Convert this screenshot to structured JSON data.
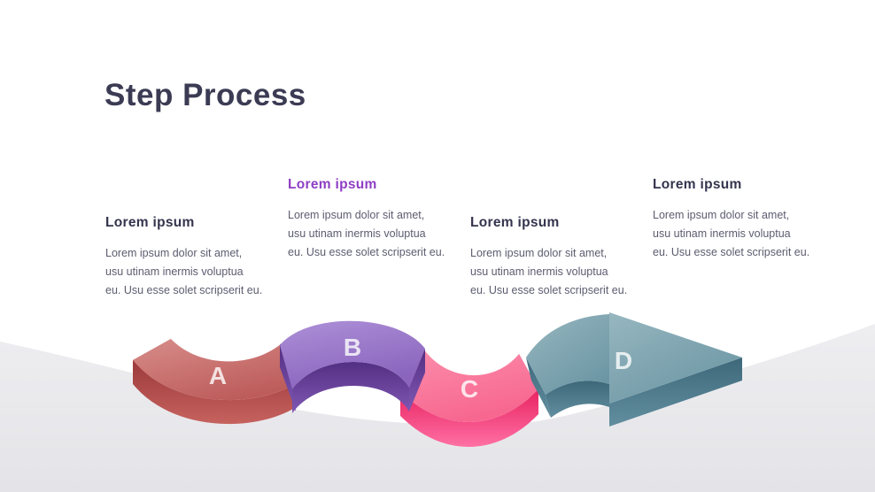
{
  "slide": {
    "title": "Step Process"
  },
  "columns": [
    {
      "heading": "Lorem ipsum",
      "emphasis": "dark",
      "body_lines": [
        "Lorem ipsum dolor sit amet,",
        "usu utinam inermis voluptua",
        "eu. Usu esse solet scripserit eu."
      ]
    },
    {
      "heading": "Lorem ipsum",
      "emphasis": "purple",
      "body_lines": [
        "Lorem ipsum dolor sit amet,",
        "usu utinam inermis voluptua",
        "eu. Usu esse solet scripserit eu."
      ]
    },
    {
      "heading": "Lorem ipsum",
      "emphasis": "dark",
      "body_lines": [
        "Lorem ipsum dolor sit amet,",
        "usu utinam inermis voluptua",
        "eu. Usu esse solet scripserit eu."
      ]
    },
    {
      "heading": "Lorem ipsum",
      "emphasis": "dark",
      "body_lines": [
        "Lorem ipsum dolor sit amet,",
        "usu utinam inermis voluptua",
        "eu. Usu esse solet scripserit eu."
      ]
    }
  ],
  "process": {
    "steps": [
      {
        "label": "A",
        "shape": "valley-band",
        "top_color": "#c96f6e",
        "side_color": "#a03a3c"
      },
      {
        "label": "B",
        "shape": "hill-band",
        "top_color": "#9a77c6",
        "side_color": "#5f3b92"
      },
      {
        "label": "C",
        "shape": "valley-band",
        "top_color": "#f97897",
        "side_color": "#ee2e68"
      },
      {
        "label": "D",
        "shape": "arrow-head",
        "top_color": "#7ba2ae",
        "side_color": "#44707f"
      }
    ]
  },
  "colors": {
    "title": "#3b3b54",
    "heading": "#34344e",
    "accent_purple": "#8e3fc4",
    "body": "#5c5c70",
    "bg_wave_top": "#eeeef1",
    "bg_wave_bottom": "#e4e4e8",
    "a_top_1": "#d78d8a",
    "a_top_2": "#bd5c5b",
    "a_side_1": "#9c393b",
    "a_side_2": "#c6625e",
    "b_top_1": "#ad90d8",
    "b_top_2": "#8a64bd",
    "b_side_1": "#532f82",
    "b_side_2": "#8058b4",
    "c_top_1": "#fc8eac",
    "c_top_2": "#f76790",
    "c_side_1": "#e82361",
    "c_side_2": "#ff70a4",
    "d_top_1": "#97b7c0",
    "d_top_2": "#6c96a4",
    "d_side_1": "#3d687a",
    "d_side_2": "#628fa0",
    "step_label": "#ffffff"
  }
}
